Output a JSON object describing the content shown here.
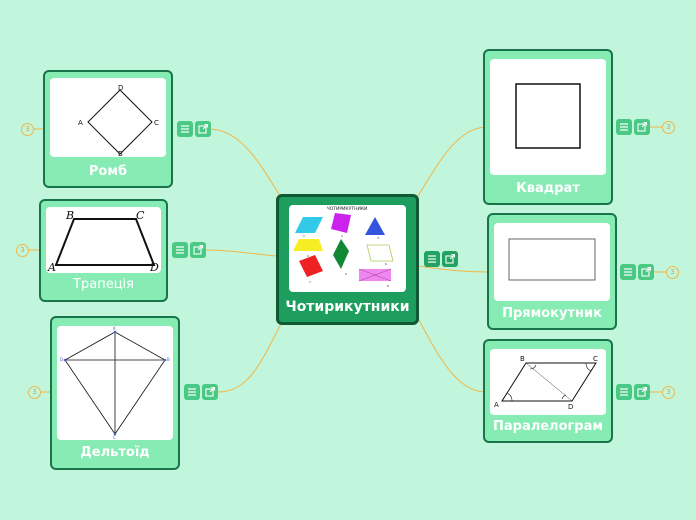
{
  "root": {
    "label": "Чотирикутники",
    "image_title": "ЧОТИРИКУТНИКИ",
    "image_marks": [
      "1",
      "2",
      "3",
      "4",
      "5",
      "6",
      "7",
      "8"
    ]
  },
  "topics": {
    "rhombus": {
      "label": "Ромб",
      "count": "3",
      "vertices": [
        "A",
        "B",
        "C",
        "D"
      ]
    },
    "trapezoid": {
      "label": "Трапеція",
      "count": "3",
      "vertices": [
        "A",
        "B",
        "C",
        "D"
      ]
    },
    "kite": {
      "label": "Дельтоїд",
      "count": "3",
      "vertices": [
        "K",
        "B",
        "C",
        "D"
      ]
    },
    "square": {
      "label": "Квадрат",
      "count": "3"
    },
    "rectangle": {
      "label": "Прямокутник",
      "count": "3"
    },
    "parallelogram": {
      "label": "Паралелограм",
      "count": "3",
      "vertices": [
        "A",
        "B",
        "C",
        "D"
      ]
    }
  },
  "colors": {
    "background": "#c2f6dc",
    "topic_fill": "#86ecb3",
    "root_fill": "#1d9d5e",
    "border": "#18744a",
    "connector": "#f0b64a"
  },
  "icons": {
    "notes": "notes-icon",
    "link": "link-icon"
  }
}
